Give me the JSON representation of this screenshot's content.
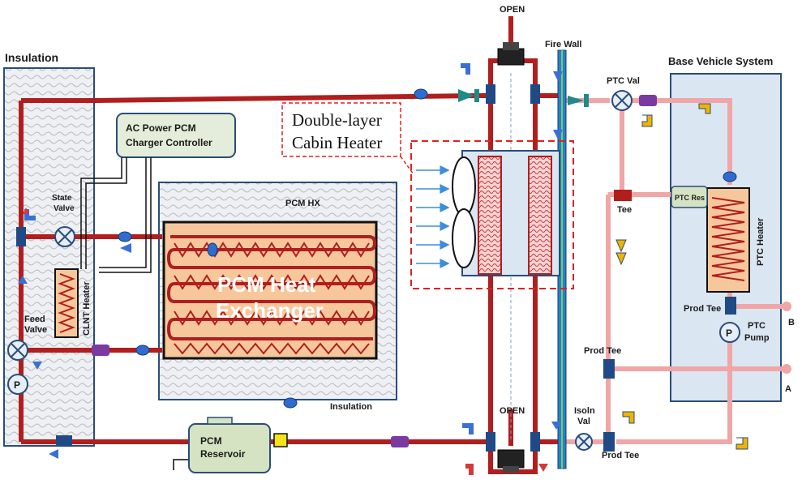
{
  "labels": {
    "insulation_left": "Insulation",
    "ac_controller_line1": "AC Power PCM",
    "ac_controller_line2": "Charger Controller",
    "state_valve_line1": "State",
    "state_valve_line2": "Valve",
    "feed_valve_line1": "Feed",
    "feed_valve_line2": "Valve",
    "clnt_heater": "CLNT Heater",
    "pcm_hx": "PCM HX",
    "pcm_heat_line1": "PCM Heat",
    "pcm_heat_line2": "Exchanger",
    "insulation_bottom": "Insulation",
    "pcm_reservoir_line1": "PCM",
    "pcm_reservoir_line2": "Reservoir",
    "double_layer_line1": "Double-layer",
    "double_layer_line2": "Cabin Heater",
    "open_top": "OPEN",
    "open_bottom": "OPEN",
    "fire_wall": "Fire Wall",
    "ptc_val": "PTC Val",
    "tee": "Tee",
    "prod_tee_mid": "Prod Tee",
    "prod_tee_bottom": "Prod Tee",
    "isoln_val_line1": "Isoln",
    "isoln_val_line2": "Val",
    "base_vehicle": "Base Vehicle System",
    "ptc_res": "PTC Res",
    "ptc_heater": "PTC Heater",
    "prod_tee_right": "Prod Tee",
    "ptc_pump_line1": "PTC",
    "ptc_pump_line2": "Pump",
    "pump_symbol": "P",
    "label_a": "A",
    "label_b": "B"
  },
  "colors": {
    "pipe_hot": "#b01e1e",
    "pipe_pink": "#f0a6a6",
    "panel_blue": "#dbe6f3",
    "panel_border": "#2a4d7a",
    "pcm_fill": "#f7c79c",
    "dashed_red": "#e02020",
    "arrow_blue": "#3a8de0",
    "connector_blue": "#2f6bd0",
    "purple": "#7a3aa0",
    "yellow": "#f0b400"
  }
}
